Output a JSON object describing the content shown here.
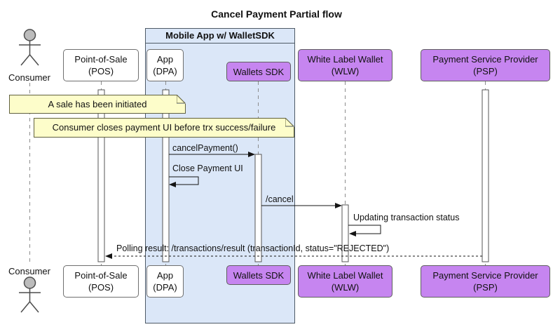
{
  "title": "Cancel Payment Partial flow",
  "group_box": {
    "label": "Mobile App w/ WalletSDK"
  },
  "participants": {
    "consumer": {
      "label": "Consumer",
      "type": "actor"
    },
    "pos": {
      "line1": "Point-of-Sale",
      "line2": "(POS)"
    },
    "app": {
      "line1": "App",
      "line2": "(DPA)"
    },
    "sdk": {
      "label": "Wallets SDK"
    },
    "wlw": {
      "line1": "White Label Wallet",
      "line2": "(WLW)"
    },
    "psp": {
      "line1": "Payment Service Provider",
      "line2": "(PSP)"
    }
  },
  "notes": [
    {
      "text": "A sale has been initiated",
      "over": "Consumer..App"
    },
    {
      "text": "Consumer closes payment UI before trx success/failure",
      "over": "Consumer..Wallets SDK"
    }
  ],
  "messages": [
    {
      "label": "cancelPayment()",
      "from": "App (DPA)",
      "to": "Wallets SDK",
      "style": "solid"
    },
    {
      "label": "Close Payment UI",
      "from": "App (DPA)",
      "to": "App (DPA)",
      "style": "solid-self"
    },
    {
      "label": "/cancel",
      "from": "Wallets SDK",
      "to": "White Label Wallet (WLW)",
      "style": "solid"
    },
    {
      "label": "Updating transaction status",
      "from": "White Label Wallet (WLW)",
      "to": "White Label Wallet (WLW)",
      "style": "solid-self"
    },
    {
      "label": "Polling result: /transactions/result (transactionId, status=\"REJECTED\")",
      "from": "Payment Service Provider (PSP)",
      "to": "Point-of-Sale (POS)",
      "style": "dashed"
    }
  ],
  "colors": {
    "participant_purple": "#c685f0",
    "group_box_fill": "#dbe7f8",
    "group_box_border": "#4e5a66",
    "note_fill": "#fdfdca",
    "note_border": "#61613f",
    "lifeline": "#8c8c8c",
    "activation_fill": "#ffffff",
    "activation_border": "#565656",
    "arrow": "#151515",
    "actor_head_fill": "#bcbcbc"
  }
}
